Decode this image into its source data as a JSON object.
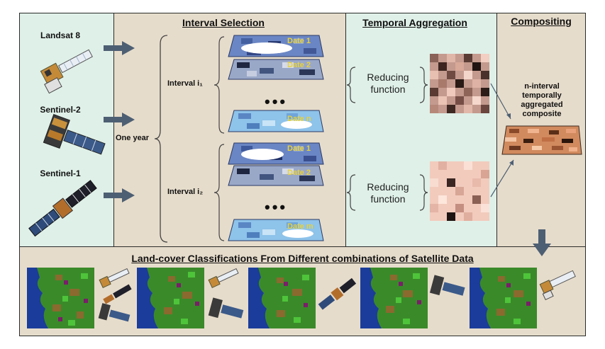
{
  "headers": {
    "interval_selection": "Interval Selection",
    "temporal_aggregation": "Temporal Aggregation",
    "compositing": "Compositing",
    "bottom_title": "Land-cover Classifications From Different combinations of Satellite Data"
  },
  "satellites": {
    "landsat": "Landsat 8",
    "sentinel2": "Sentinel-2",
    "sentinel1": "Sentinel-1"
  },
  "interval": {
    "one_year": "One year",
    "interval_1": "Interval i₁",
    "interval_2": "Interval i₂",
    "dots": "•••",
    "date_1": "Date 1",
    "date_2": "Date 2",
    "date_n": "Date n",
    "date_m": "Date m"
  },
  "aggregation": {
    "reducing_1": "Reducing function",
    "reducing_2": "Reducing function"
  },
  "compositing": {
    "label": "n-interval temporally aggregated composite"
  },
  "colors": {
    "left_panel": "#dff0e8",
    "interval_panel": "#e6dccb",
    "aggregation_panel": "#dff0e8",
    "compositing_panel": "#e6dccb",
    "bottom_panel": "#e6dccb",
    "arrow": "#4d5f73",
    "date_label": "#e8d23a"
  }
}
